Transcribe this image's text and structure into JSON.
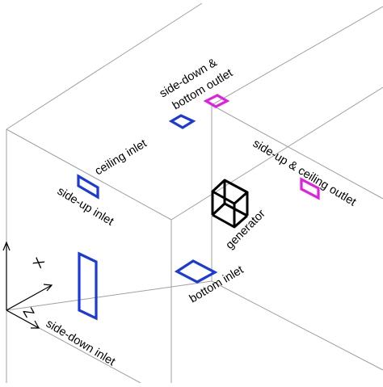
{
  "labels": {
    "side_down_bottom_outlet": [
      "side-down &",
      "bottom outlet"
    ],
    "ceiling_inlet": "ceiling inlet",
    "side_up_ceiling_outlet": "side-up & ceiling outlet",
    "side_up_inlet": "side-up inlet",
    "generator": "generator",
    "bottom_inlet": "bottom inlet",
    "side_down_inlet": "side-down inlet",
    "axis_x": "X",
    "axis_z": "Z"
  },
  "colors": {
    "edges": "#a0a0a0",
    "inlet": "#1a3adb",
    "outlet": "#e020e0",
    "generator": "#000000",
    "axis": "#000000"
  }
}
